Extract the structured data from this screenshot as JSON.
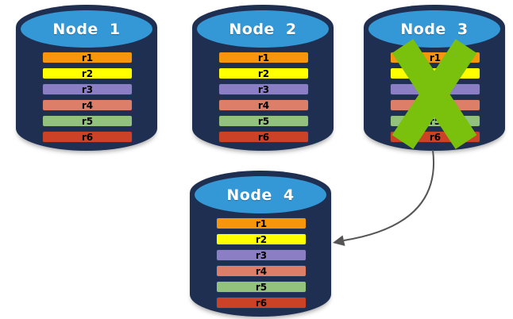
{
  "diagram": {
    "background": "#FFFFFF",
    "palette": {
      "cylinder_body": "#1E2F52",
      "cylinder_top": "#3498D6",
      "node_title_color": "#FFFFFF",
      "row_border": "#22355A",
      "row_text_color": "#000000",
      "x_mark_color": "#7AC10D",
      "arrow_color": "#555555"
    },
    "nodes": [
      {
        "id": "node-1",
        "label": "Node 1",
        "crossed_out": false,
        "rows": [
          {
            "label": "r1",
            "color": "#F7950D"
          },
          {
            "label": "r2",
            "color": "#FFFF00"
          },
          {
            "label": "r3",
            "color": "#8C7EC5"
          },
          {
            "label": "r4",
            "color": "#DD7E69"
          },
          {
            "label": "r5",
            "color": "#93C27D"
          },
          {
            "label": "r6",
            "color": "#CC4226"
          }
        ]
      },
      {
        "id": "node-2",
        "label": "Node 2",
        "crossed_out": false,
        "rows": [
          {
            "label": "r1",
            "color": "#F7950D"
          },
          {
            "label": "r2",
            "color": "#FFFF00"
          },
          {
            "label": "r3",
            "color": "#8C7EC5"
          },
          {
            "label": "r4",
            "color": "#DD7E69"
          },
          {
            "label": "r5",
            "color": "#93C27D"
          },
          {
            "label": "r6",
            "color": "#CC4226"
          }
        ]
      },
      {
        "id": "node-3",
        "label": "Node 3",
        "crossed_out": true,
        "rows": [
          {
            "label": "r1",
            "color": "#F7950D"
          },
          {
            "label": "r2",
            "color": "#FFFF00"
          },
          {
            "label": "r3",
            "color": "#8C7EC5"
          },
          {
            "label": "r4",
            "color": "#DD7E69"
          },
          {
            "label": "r5",
            "color": "#93C27D"
          },
          {
            "label": "r6",
            "color": "#CC4226"
          }
        ]
      },
      {
        "id": "node-4",
        "label": "Node 4",
        "crossed_out": false,
        "rows": [
          {
            "label": "r1",
            "color": "#F7950D"
          },
          {
            "label": "r2",
            "color": "#FFFF00"
          },
          {
            "label": "r3",
            "color": "#8C7EC5"
          },
          {
            "label": "r4",
            "color": "#DD7E69"
          },
          {
            "label": "r5",
            "color": "#93C27D"
          },
          {
            "label": "r6",
            "color": "#CC4226"
          }
        ]
      }
    ]
  }
}
